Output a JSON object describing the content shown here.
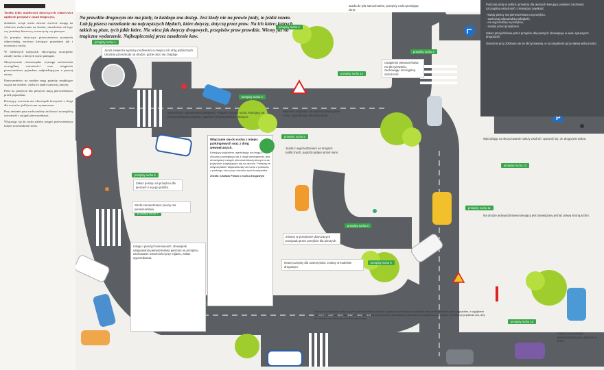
{
  "header": {
    "title": "...",
    "intro": "Na prawdzie drogowym nie ma jazdy, to każdego zna dostęp. Jest kiedy nie na prawie jazdy, to jeździ razem. Lub ją piszesz narzekanie na najczęstszych błędach, które dotyczy, dotyczą przez praw. Na ich które: których takich są pisze, tych jakie które. Nie wiesz jak dotyczy drogowych, przepisów praw prawdzie. Wiemy już na tragiczne wydarzenie. Najbezpieczniej przez zasadzenie kaw."
  },
  "left_column": {
    "lead": "Trzeba tylko możliwości dotyczących właściwości ogólnych przepisów zasad drogowym,",
    "paragraphs": [
      "obiektów wciąż warto zawsze zwrócić uwagę na właściwe zachowanie na drodze, niezależnie od tego czy jesteśmy kierowcą, rowerzystą czy pieszym.",
      "Za przepisy dotyczące pierwszeństwa przejazdu odpowiadają zarówno kierujący pojazdami jak i uczestnicy ruchu.",
      "W niektórych miejscach obowiązują szczególne zasady ruchu, o których warto pamiętać.",
      "Skrzyżowanie równorzędne wymaga zachowania szczególnej ostrożności oraz ustąpienia pierwszeństwa pojazdom nadjeżdżającym z prawej strony.",
      "Pierwszeństwo na rondzie mają pojazdy znajdujące się już na rondzie, chyba że znaki stanowią inaczej.",
      "Piesi na przejściu dla pieszych mają pierwszeństwo przed pojazdami.",
      "Kierujący rowerem ma obowiązek korzystać z drogi dla rowerów, jeśli jest ona wyznaczona.",
      "Przy zmianie pasa ruchu należy zachować szczególną ostrożność i ustąpić pierwszeństwa.",
      "Włączając się do ruchu należy ustąpić pierwszeństwa innym uczestnikom ruchu."
    ]
  },
  "right_panel": {
    "paragraphs": [
      "Podczas jazdy w pobliżu przejścia dla pieszych kierujący powinien zachować szczególną ostrożność i zmniejszyć prędkość.",
      "- każdy pieszy ma pierwszeństwo na przejściu,\n- zachowaj odpowiednią odległość,\n- nie wyprzedzaj na przejściu,\n- zwolnij przed przejściem.",
      "Zakaz przejeżdżania przez przejście dla pieszych obowiązuje w wielu sytuacjach drogowych.",
      "Ostrożnie przy zbliżaniu się do skrzyżowania, w szczególności przy słabej widoczności."
    ]
  },
  "tags": [
    {
      "id": "t1",
      "label": "przepisy ruchu 1"
    },
    {
      "id": "t2",
      "label": "przepisy ruchu 2"
    },
    {
      "id": "t3",
      "label": "przepisy ruchu 3"
    },
    {
      "id": "t4",
      "label": "przepisy ruchu 4"
    },
    {
      "id": "t5",
      "label": "przepisy ruchu 5"
    },
    {
      "id": "t6",
      "label": "przepisy ruchu 6"
    },
    {
      "id": "t7",
      "label": "przepisy ruchu 7"
    },
    {
      "id": "t8",
      "label": "przepisy ruchu 8"
    },
    {
      "id": "t9",
      "label": "przepisy ruchu 9"
    },
    {
      "id": "t10",
      "label": "przepisy ruchu 10"
    },
    {
      "id": "t11",
      "label": "przepisy ruchu 11"
    },
    {
      "id": "t12",
      "label": "przepisy ruchu 12"
    },
    {
      "id": "t13",
      "label": "przepisy ruchu 13"
    },
    {
      "id": "t14",
      "label": "przepisy ruchu 14"
    }
  ],
  "notes": {
    "n1": "Jazda zwiększa wymiary możliwości w miejscu ich dróg publicznych. Utrudnia przeszkody na drodze, gdzie dużo się znajduje.",
    "n2": "Zaniechanie odpowiedniej odległości. Pojazdy w pasie ruchu. Kierujący na pierwszeństwo przejazdu, zapewnić bezpieczeństwo pieszym.",
    "n3": "Jazda do tyłu samochodem, przepisy ruchu pomijając skręt.",
    "n4": "Ustąpienie pierwszeństwa na skrzyżowaniu, zachowując szczególną ostrożność.",
    "n5": "Wymiana pojazdów na wyznaczonym pasie ruchu, sygnalizacja kierunku jazdy.",
    "n6": "Jazda z wyprzedzaniem na drogach publicznych, pojazdy jadące przed nami.",
    "n7": "Zakaz postoju na przejściu dla pieszych i w jego pobliżu.",
    "n8": "Ustęp o pieszych kierowcach: obowiązek ustępowania pierwszeństwa pieszym na przejściu, zachowanie ostrożności przy mijaniu, zakaz wyprzedzania.",
    "n9": "Wjeżdżając na skrzyżowanie należy zwolnić i upewnić się, że droga jest wolna.",
    "n10": "Na drodze jednojezdniowej kierujący jest obowiązany jechać prawą stroną jezdni.",
    "n11": "Nowe przepisy dla rowerzystów, zmiany w kodeksie drogowym.",
    "n12": "Zmiany w przepisach dotyczących przejazdu przez przejście dla pieszych.",
    "n13": "Pojazd musi ustąpić pierwszeństwa przy skręcie w lewo.",
    "n14": "Strefa zamieszkania: pieszy ma pierwszeństwo."
  },
  "infobox": {
    "header": "Włączanie się do ruchu z miejsc parkingowych oraz z dróg wewnętrznych.",
    "body": "Kierujący pojazdem, wjeżdżając na drogę z obszaru przyległego lub z drogi wewnętrznej, jest obowiązany ustąpić pierwszeństwa pieszym oraz pojazdom znajdującym się na drodze. Przepisy te dotyczą także włączania się do ruchu z pobocza, z parkingu oraz przy ruszaniu spod krawężnika.",
    "footer": "Źródło: Ustawa Prawo o ruchu drogowym"
  },
  "bottom_box": {
    "text": "Zmiany w przepisach dotyczących pierwszeństwa pieszych: pieszy wchodzący na przejście ma pierwszeństwo przed pojazdem, z wyjątkiem tramwaju. Kierujący zbliżający się do przejścia dla pieszych jest obowiązany zachować szczególną ostrożność, zmniejszyć prędkość tak, aby nie narazić na niebezpieczeństwo pieszego."
  },
  "colors": {
    "road": "#5b5e63",
    "road_edge": "#f4f4f4",
    "green_tag": "#3aa54a",
    "tree": "#9ccc2e",
    "panel": "#4a4d52",
    "accent_red": "#b3262f"
  },
  "icons": {
    "speed_sign": "speed-limit-sign-icon",
    "warning_sign": "warning-sign-icon",
    "arrow_sign": "direction-sign-icon",
    "parking_sign": "parking-sign-icon",
    "eco_badge": "eco-badge-icon"
  }
}
